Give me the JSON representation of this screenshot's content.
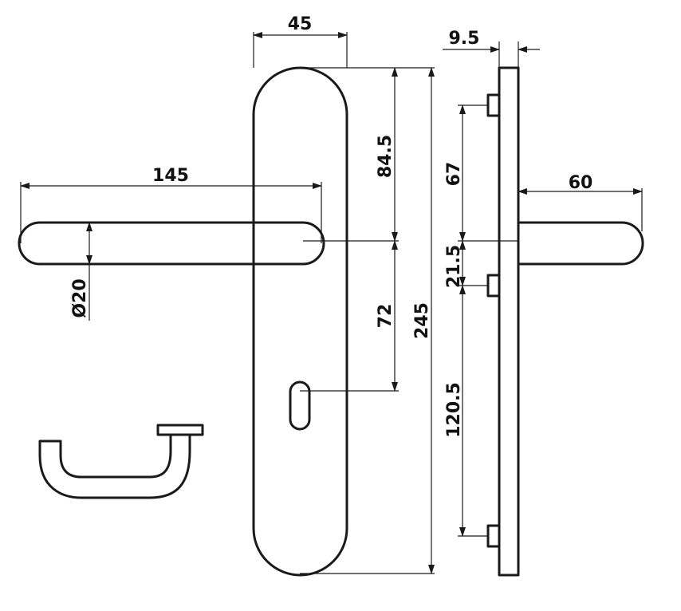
{
  "colors": {
    "line": "#1a1a1a",
    "background": "#ffffff"
  },
  "dimensions": {
    "plate_width": "45",
    "plate_thickness": "9.5",
    "lever_length": "145",
    "lever_diameter": "Ø20",
    "top_to_spindle": "84.5",
    "spindle_to_keyhole": "72",
    "plate_height": "245",
    "top_fixing_to_spindle": "67",
    "spindle_to_mid_fixing": "21.5",
    "mid_to_bottom_fixing": "120.5",
    "lever_projection": "60"
  }
}
